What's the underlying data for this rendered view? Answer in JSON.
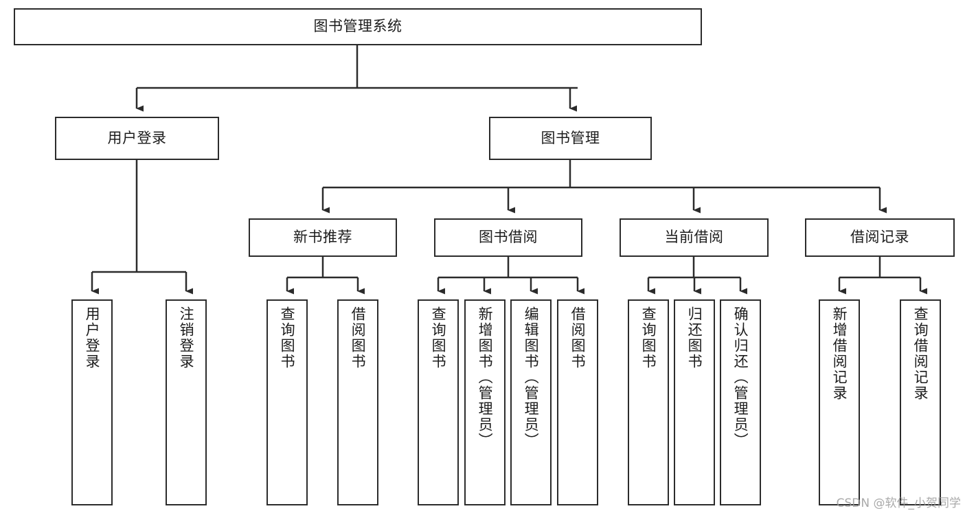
{
  "diagram": {
    "title": "图书管理系统",
    "type": "tree",
    "watermark": "CSDN @软件_小贺同学",
    "colors": {
      "border": "#2b2b2b",
      "background": "#ffffff",
      "text": "#1c1c1c",
      "watermark": "#9b9b9b"
    },
    "levels": {
      "root": {
        "label": "图书管理系统",
        "orientation": "horizontal"
      },
      "level1": [
        {
          "label": "用户登录",
          "orientation": "horizontal"
        },
        {
          "label": "图书管理",
          "orientation": "horizontal"
        }
      ],
      "level2": [
        {
          "label": "新书推荐",
          "orientation": "horizontal",
          "parent": "图书管理"
        },
        {
          "label": "图书借阅",
          "orientation": "horizontal",
          "parent": "图书管理"
        },
        {
          "label": "当前借阅",
          "orientation": "horizontal",
          "parent": "图书管理"
        },
        {
          "label": "借阅记录",
          "orientation": "horizontal",
          "parent": "图书管理"
        }
      ],
      "leaves": [
        {
          "label": "用户登录",
          "orientation": "vertical",
          "parent": "用户登录"
        },
        {
          "label": "注销登录",
          "orientation": "vertical",
          "parent": "用户登录"
        },
        {
          "label": "查询图书",
          "orientation": "vertical",
          "parent": "新书推荐"
        },
        {
          "label": "借阅图书",
          "orientation": "vertical",
          "parent": "新书推荐"
        },
        {
          "label": "查询图书",
          "orientation": "vertical",
          "parent": "图书借阅"
        },
        {
          "label": "新增图书（管理员）",
          "orientation": "vertical",
          "parent": "图书借阅"
        },
        {
          "label": "编辑图书（管理员）",
          "orientation": "vertical",
          "parent": "图书借阅"
        },
        {
          "label": "借阅图书",
          "orientation": "vertical",
          "parent": "图书借阅"
        },
        {
          "label": "查询图书",
          "orientation": "vertical",
          "parent": "当前借阅"
        },
        {
          "label": "归还图书",
          "orientation": "vertical",
          "parent": "当前借阅"
        },
        {
          "label": "确认归还（管理员）",
          "orientation": "vertical",
          "parent": "当前借阅"
        },
        {
          "label": "新增借阅记录",
          "orientation": "vertical",
          "parent": "借阅记录"
        },
        {
          "label": "查询借阅记录",
          "orientation": "vertical",
          "parent": "借阅记录"
        }
      ]
    }
  }
}
